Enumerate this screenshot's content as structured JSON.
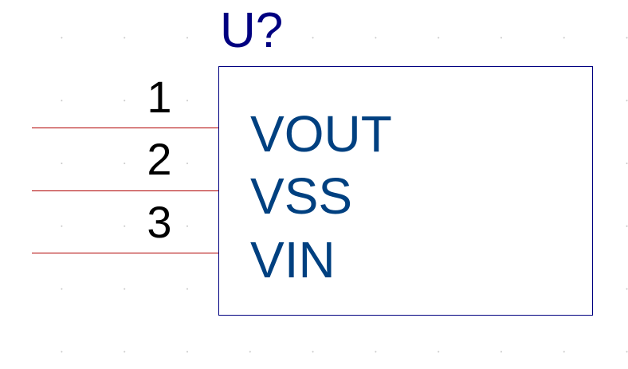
{
  "component": {
    "designator": "U?",
    "pins": [
      {
        "number": "1",
        "name": "VOUT"
      },
      {
        "number": "2",
        "name": "VSS"
      },
      {
        "number": "3",
        "name": "VIN"
      }
    ]
  },
  "colors": {
    "body_outline": "#000080",
    "designator_text": "#000080",
    "pin_name_text": "#004080",
    "pin_number_text": "#000000",
    "pin_line": "#b00000",
    "grid_dot": "#c8c8c8",
    "background": "#ffffff"
  }
}
